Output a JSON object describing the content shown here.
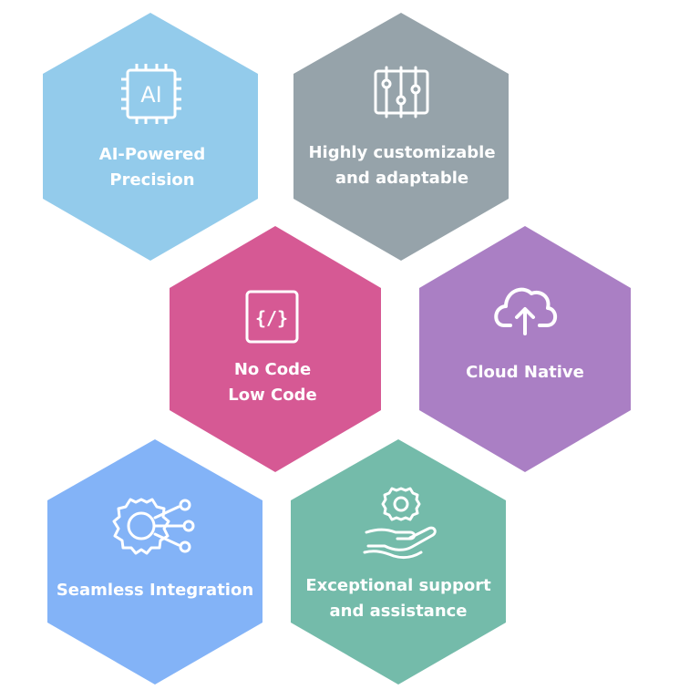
{
  "hexagons": [
    {
      "id": "ai",
      "lines": [
        "AI-Powered",
        "Precision"
      ],
      "color": "#93CBEB",
      "icon": "ai-chip-icon"
    },
    {
      "id": "custom",
      "lines": [
        "Highly customizable",
        "and adaptable"
      ],
      "color": "#96A3AA",
      "icon": "sliders-icon"
    },
    {
      "id": "nocode",
      "lines": [
        "No Code",
        "Low Code"
      ],
      "color": "#D65994",
      "icon": "code-icon"
    },
    {
      "id": "cloud",
      "lines": [
        "Cloud Native"
      ],
      "color": "#AA7FC4",
      "icon": "cloud-upload-icon"
    },
    {
      "id": "integration",
      "lines": [
        "Seamless Integration"
      ],
      "color": "#83B3F7",
      "icon": "integration-gear-icon"
    },
    {
      "id": "support",
      "lines": [
        "Exceptional support",
        "and assistance"
      ],
      "color": "#74BBAA",
      "icon": "helping-hand-gear-icon"
    }
  ],
  "icon_glyphs": {
    "ai_chip_text": "AI",
    "code_text": "{/}"
  }
}
